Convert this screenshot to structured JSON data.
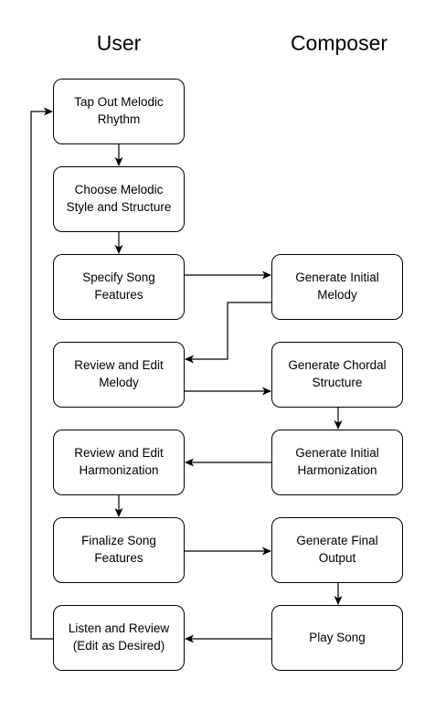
{
  "headers": {
    "user": "User",
    "composer": "Composer"
  },
  "user_steps": [
    {
      "line1": "Tap Out Melodic",
      "line2": "Rhythm"
    },
    {
      "line1": "Choose Melodic",
      "line2": "Style and Structure"
    },
    {
      "line1": "Specify Song",
      "line2": "Features"
    },
    {
      "line1": "Review and Edit",
      "line2": "Melody"
    },
    {
      "line1": "Review and Edit",
      "line2": "Harmonization"
    },
    {
      "line1": "Finalize Song",
      "line2": "Features"
    },
    {
      "line1": "Listen and Review",
      "line2": "(Edit as Desired)"
    }
  ],
  "composer_steps": [
    {
      "line1": "Generate Initial",
      "line2": "Melody"
    },
    {
      "line1": "Generate Chordal",
      "line2": "Structure"
    },
    {
      "line1": "Generate Initial",
      "line2": "Harmonization"
    },
    {
      "line1": "Generate Final",
      "line2": "Output"
    },
    {
      "line1": "Play Song",
      "line2": ""
    }
  ]
}
